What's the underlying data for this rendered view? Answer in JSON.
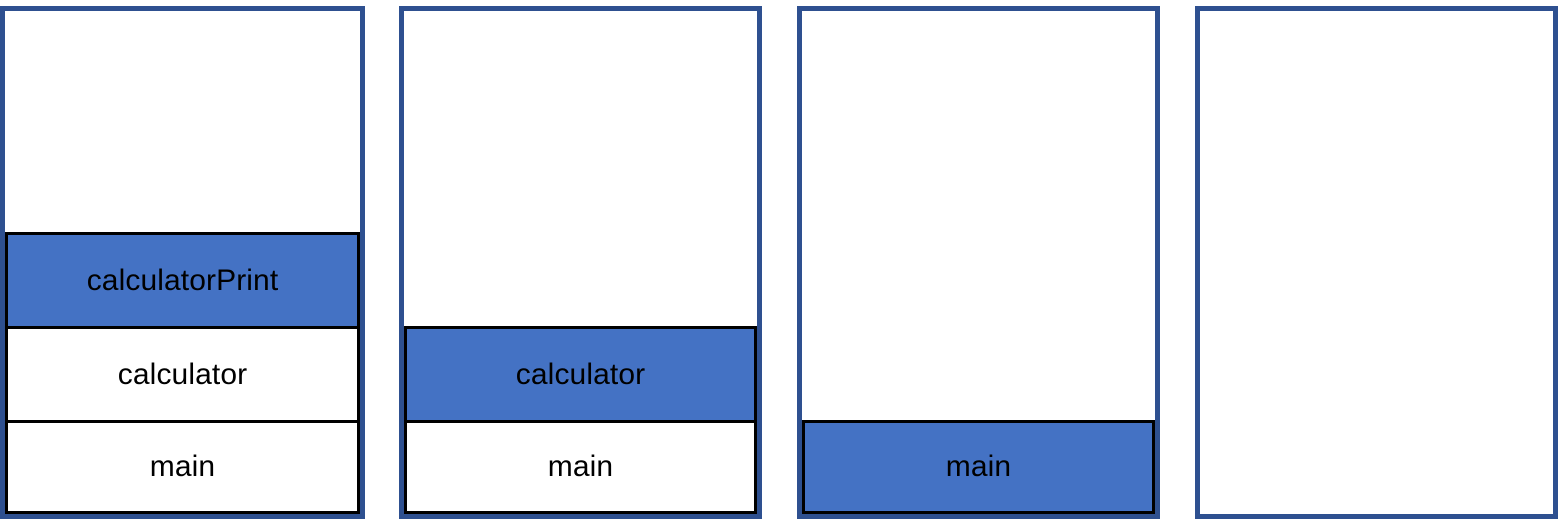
{
  "diagram": {
    "type": "call-stack-sequence",
    "colors": {
      "panel_border": "#2E5090",
      "frame_border": "#000000",
      "active_frame_fill": "#4472C4",
      "inactive_frame_fill": "#FFFFFF",
      "text": "#000000",
      "background": "#FFFFFF"
    },
    "panels": [
      {
        "id": "panel-1",
        "frames": [
          {
            "label": "calculatorPrint",
            "active": true
          },
          {
            "label": "calculator",
            "active": false
          },
          {
            "label": "main",
            "active": false
          }
        ]
      },
      {
        "id": "panel-2",
        "frames": [
          {
            "label": "calculator",
            "active": true
          },
          {
            "label": "main",
            "active": false
          }
        ]
      },
      {
        "id": "panel-3",
        "frames": [
          {
            "label": "main",
            "active": true
          }
        ]
      },
      {
        "id": "panel-4",
        "frames": []
      }
    ]
  }
}
